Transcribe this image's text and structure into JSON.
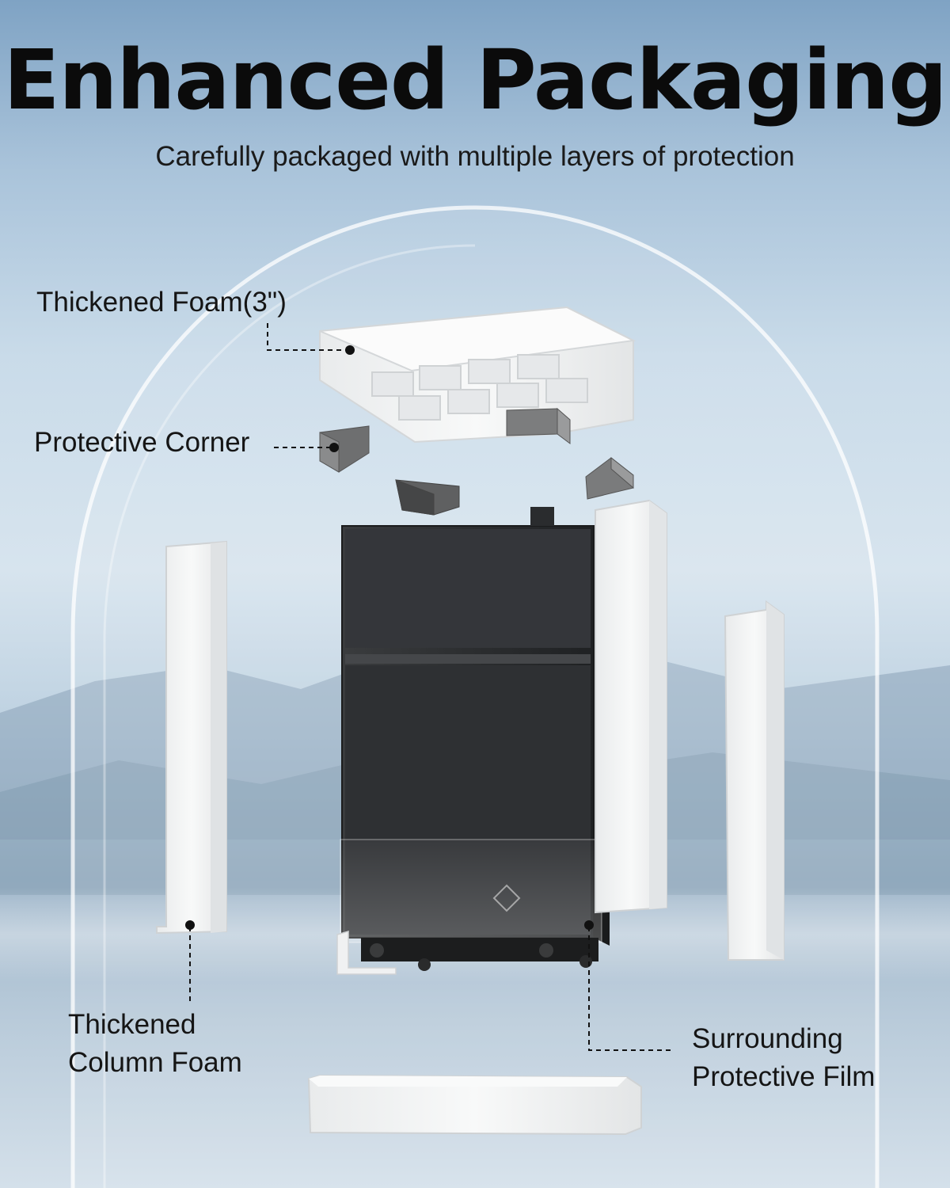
{
  "header": {
    "title": "Enhanced Packaging",
    "subtitle": "Carefully packaged with multiple layers of protection"
  },
  "callouts": {
    "thickened_foam": "Thickened Foam(3\")",
    "protective_corner": "Protective Corner",
    "column_foam_line1": "Thickened",
    "column_foam_line2": "Column Foam",
    "film_line1": "Surrounding",
    "film_line2": "Protective Film"
  },
  "colors": {
    "sky_top": "#7fa3c4",
    "sky_mid": "#d7e4ee",
    "foam": "#f3f4f4",
    "fridge": "#2f3133",
    "corner": "#6e6f70",
    "text": "#151515"
  },
  "icons": {
    "fridge": "mini-fridge-illustration",
    "foam": "foam-block-illustration",
    "corner": "protective-corner-illustration"
  }
}
